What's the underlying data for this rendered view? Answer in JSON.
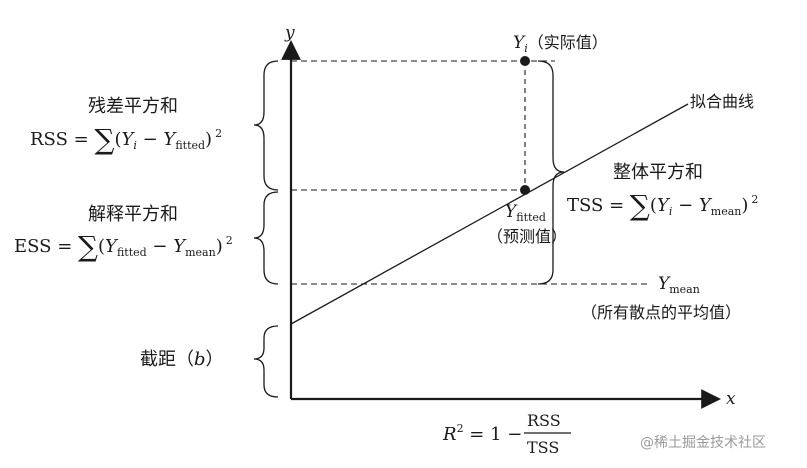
{
  "axes": {
    "y_label": "y",
    "x_label": "x"
  },
  "points": {
    "actual_label": "Y",
    "actual_sub": "i",
    "actual_note": "（实际值）",
    "fitted_label": "Y",
    "fitted_sub": "fitted",
    "fitted_note": "（预测值）"
  },
  "fit_line_label": "拟合曲线",
  "mean": {
    "label": "Y",
    "sub": "mean",
    "note": "（所有散点的平均值）"
  },
  "rss": {
    "title": "残差平方和",
    "lhs": "RSS = ",
    "sum": "∑",
    "open": "(",
    "Y1": "Y",
    "sub1": "i",
    "minus": " − ",
    "Y2": "Y",
    "sub2": "fitted",
    "close": ")",
    "pow": "2"
  },
  "ess": {
    "title": "解释平方和",
    "lhs": "ESS = ",
    "sum": "∑",
    "open": "(",
    "Y1": "Y",
    "sub1": "fitted",
    "minus": " − ",
    "Y2": "Y",
    "sub2": "mean",
    "close": ")",
    "pow": "2"
  },
  "tss": {
    "title": "整体平方和",
    "lhs": "TSS = ",
    "sum": "∑",
    "open": "(",
    "Y1": "Y",
    "sub1": "i",
    "minus": " − ",
    "Y2": "Y",
    "sub2": "mean",
    "close": ")",
    "pow": "2"
  },
  "intercept": {
    "label": "截距",
    "open": "（",
    "var": "b",
    "close": "）"
  },
  "r2": {
    "lhs_R": "R",
    "lhs_pow": "2",
    "eq": " = 1 − ",
    "num": "RSS",
    "den": "TSS"
  },
  "watermark": "@稀土掘金技术社区",
  "colors": {
    "ink": "#1a1a1a",
    "watermark": "#9a9a9a"
  }
}
